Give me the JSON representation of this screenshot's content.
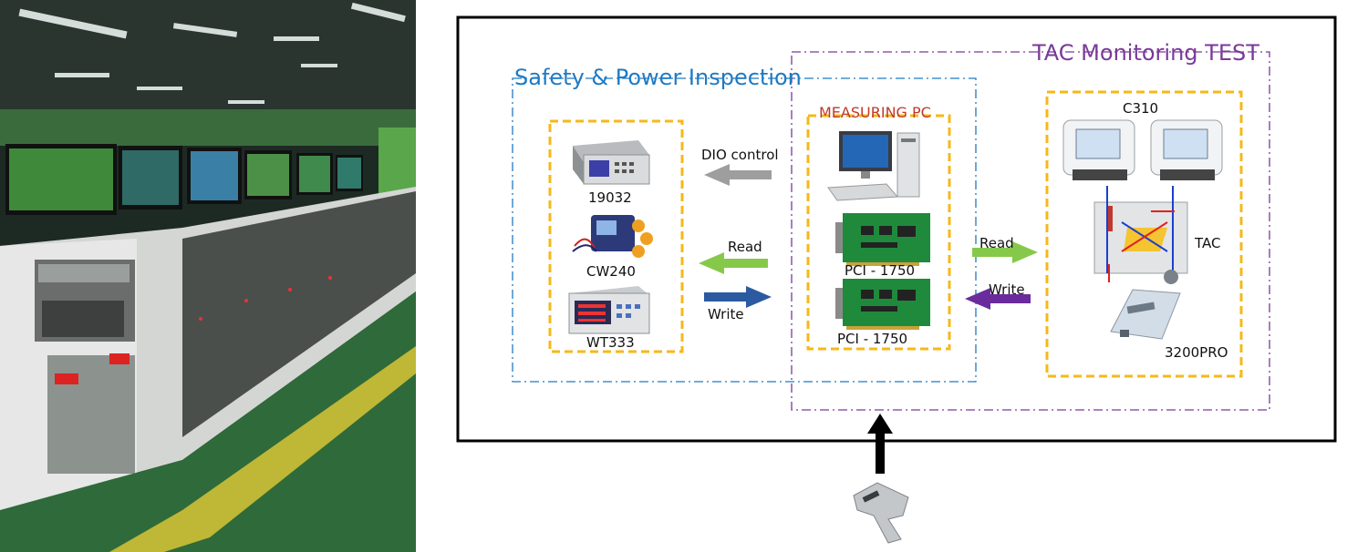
{
  "diagram": {
    "section_titles": {
      "safety": "Safety & Power Inspection",
      "tac": "TAC Monitoring TEST",
      "measuring_pc": "MEASURING PC"
    },
    "devices": {
      "dev1": "19032",
      "dev2": "CW240",
      "dev3": "WT333",
      "card1": "PCI - 1750",
      "card2": "PCI - 1750",
      "sensor": "C310",
      "unit": "TAC",
      "logger": "3200PRO"
    },
    "arrows": {
      "dio": "DIO control",
      "read_left": "Read",
      "write_left": "Write",
      "read_right": "Read",
      "write_right": "Write"
    },
    "colors": {
      "safety_border": "#1f7ac3",
      "tac_border": "#7a3a9a",
      "device_box": "#f6b81a",
      "dio_arrow": "#9e9e9e",
      "read_arrow": "#86c94a",
      "write_arrow_left": "#2b5aa0",
      "write_arrow_right": "#6a2c9c"
    }
  }
}
